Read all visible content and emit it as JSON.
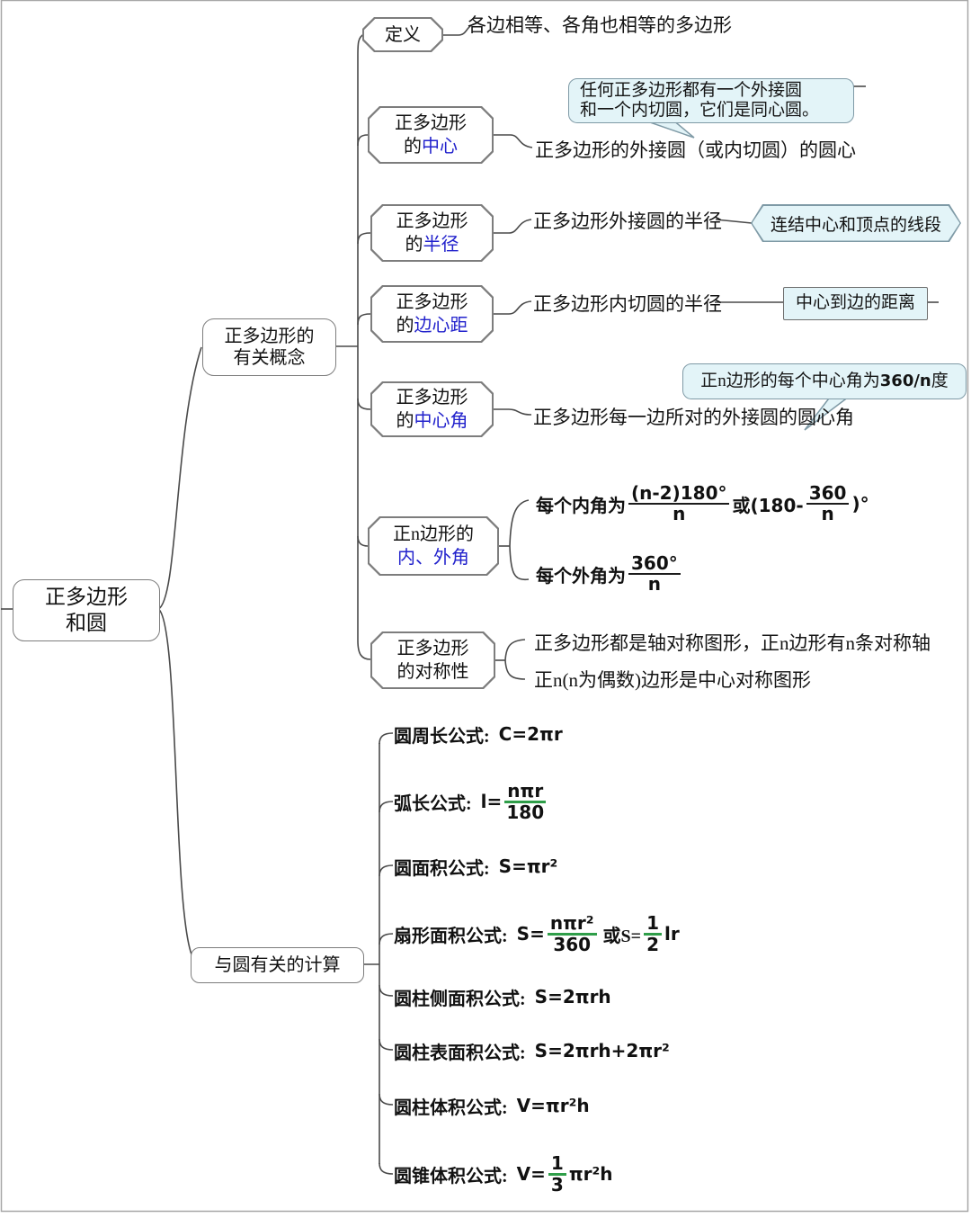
{
  "root": {
    "line1": "正多边形",
    "line2": "和圆"
  },
  "concepts": {
    "branch": {
      "line1": "正多边形的",
      "line2": "有关概念"
    },
    "definition": {
      "label": "定义",
      "leaf": "各边相等、各角也相等的多边形"
    },
    "center": {
      "line1": "正多边形",
      "prefix": "的",
      "term": "中心",
      "leaf": "正多边形的外接圆（或内切圆）的圆心",
      "callout_line1": "任何正多边形都有一个外接圆",
      "callout_line2": "和一个内切圆，它们是同心圆。"
    },
    "radius": {
      "line1": "正多边形",
      "prefix": "的",
      "term": "半径",
      "leaf": "正多边形外接圆的半径",
      "callout": "连结中心和顶点的线段"
    },
    "apothem": {
      "line1": "正多边形",
      "prefix": "的",
      "term": "边心距",
      "leaf": "正多边形内切圆的半径",
      "callout": "中心到边的距离"
    },
    "central_angle": {
      "line1": "正多边形",
      "prefix": "的",
      "term": "中心角",
      "leaf": "正多边形每一边所对的外接圆的圆心角",
      "callout_prefix": "正n边形的每个中心角为",
      "callout_bold": "360/n",
      "callout_suffix": "度"
    },
    "angles": {
      "line1": "正n边形的",
      "term": "内、外角",
      "inner_pre": "每个内角为",
      "inner_num1": "(n-2)180°",
      "inner_den1": "n",
      "inner_mid": "或(180-",
      "inner_num2": "360",
      "inner_den2": "n",
      "inner_post": ")°",
      "outer_pre": "每个外角为",
      "outer_num": "360°",
      "outer_den": "n"
    },
    "symmetry": {
      "line1": "正多边形",
      "line2": "的对称性",
      "leaf1": "正多边形都是轴对称图形，正n边形有n条对称轴",
      "leaf2": "正n(n为偶数)边形是中心对称图形"
    }
  },
  "calc": {
    "branch": "与圆有关的计算",
    "rows": [
      {
        "label": "圆周长公式:",
        "formula": "C=2πr"
      },
      {
        "label": "弧长公式:",
        "pre": "l=",
        "num": "nπr",
        "den": "180"
      },
      {
        "label": "圆面积公式:",
        "formula": "S=πr²"
      },
      {
        "label": "扇形面积公式:",
        "pre": "S=",
        "num": "nπr²",
        "den": "360",
        "mid": "或S=",
        "num2": "1",
        "den2": "2",
        "post": "lr"
      },
      {
        "label": "圆柱侧面积公式:",
        "formula": "S=2πrh"
      },
      {
        "label": "圆柱表面积公式:",
        "formula": "S=2πrh+2πr²"
      },
      {
        "label": "圆柱体积公式:",
        "formula": "V=πr²h"
      },
      {
        "label": "圆锥体积公式:",
        "pre": "V=",
        "num": "1",
        "den": "3",
        "post": "πr²h"
      }
    ]
  },
  "colors": {
    "term_blue": "#2222cc",
    "callout_fill": "#e3f4f8",
    "callout_border": "#7f9aa6",
    "fraction_green": "#2f9e49",
    "connector": "#4a4a4a"
  }
}
